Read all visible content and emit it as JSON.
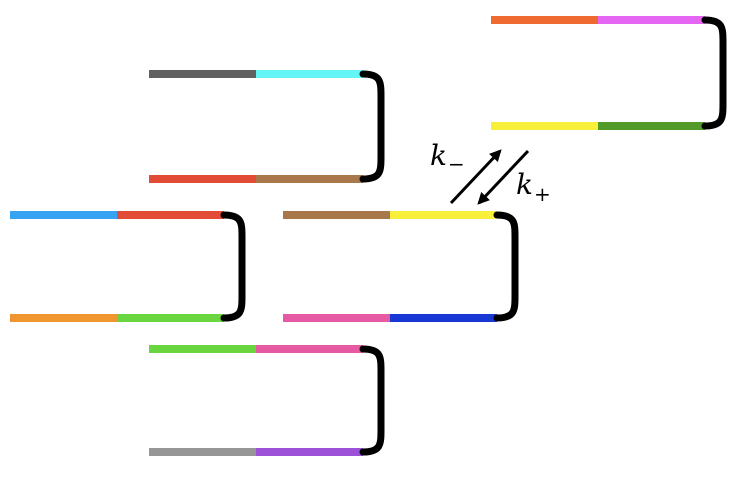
{
  "hairpins": [
    {
      "id": "hairpin-top-right",
      "top_colors": [
        "#ef6a30",
        "#e466f2"
      ],
      "bottom_colors": [
        "#f7ef3a",
        "#529a2a"
      ]
    },
    {
      "id": "hairpin-upper-left",
      "top_colors": [
        "#606060",
        "#66f5f7"
      ],
      "bottom_colors": [
        "#e24b36",
        "#a8784a"
      ]
    },
    {
      "id": "hairpin-middle-left",
      "top_colors": [
        "#36a2f2",
        "#e24b36"
      ],
      "bottom_colors": [
        "#ef9630",
        "#69d63f"
      ]
    },
    {
      "id": "hairpin-center",
      "top_colors": [
        "#a8784a",
        "#f7ef3a"
      ],
      "bottom_colors": [
        "#e65aa4",
        "#1738d4"
      ]
    },
    {
      "id": "hairpin-bottom",
      "top_colors": [
        "#69d63f",
        "#e65aa4"
      ],
      "bottom_colors": [
        "#969696",
        "#9d50d8"
      ]
    }
  ],
  "loop_color": "#000000",
  "rates": {
    "reverse": {
      "symbol": "k",
      "subscript": "−"
    },
    "forward": {
      "symbol": "k",
      "subscript": "+"
    }
  }
}
